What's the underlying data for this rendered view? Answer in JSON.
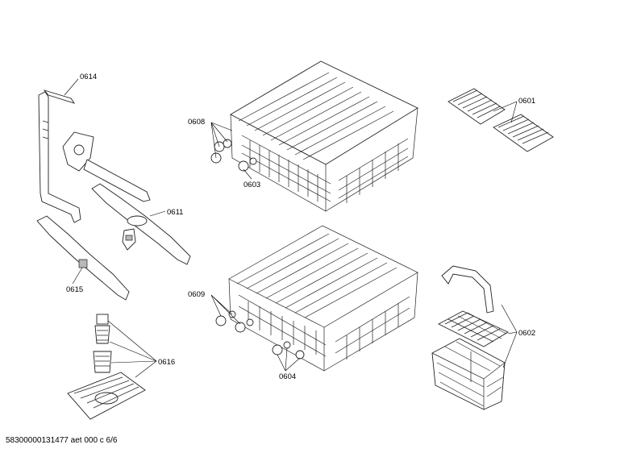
{
  "labels": {
    "p0614": "0614",
    "p0611": "0611",
    "p0615": "0615",
    "p0616": "0616",
    "p0608": "0608",
    "p0603": "0603",
    "p0609": "0609",
    "p0604": "0604",
    "p0601": "0601",
    "p0602": "0602"
  },
  "footer": "58300000131477 aet 000 c 6/6"
}
